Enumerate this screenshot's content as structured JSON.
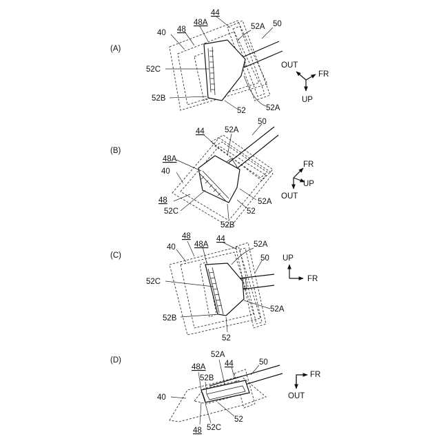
{
  "panels": [
    {
      "id": "A",
      "tag": "(A)",
      "labels": {
        "l40": "40",
        "l48": "48",
        "l48A": "48A",
        "l44": "44",
        "l52A_top": "52A",
        "l50": "50",
        "l52C": "52C",
        "l52B": "52B",
        "l52": "52",
        "l52A_bot": "52A"
      },
      "axes": {
        "a1": "OUT",
        "a2": "FR",
        "a3": "UP"
      }
    },
    {
      "id": "B",
      "tag": "(B)",
      "labels": {
        "l44": "44",
        "l52A_top": "52A",
        "l50": "50",
        "l48A": "48A",
        "l40": "40",
        "l48": "48",
        "l52C": "52C",
        "l52B": "52B",
        "l52": "52",
        "l52A_bot": "52A"
      },
      "axes": {
        "a1": "FR",
        "a2": "UP",
        "a3": "OUT"
      }
    },
    {
      "id": "C",
      "tag": "(C)",
      "labels": {
        "l48": "48",
        "l40": "40",
        "l48A": "48A",
        "l44": "44",
        "l52A_top": "52A",
        "l50": "50",
        "l52C": "52C",
        "l52B": "52B",
        "l52": "52",
        "l52A_bot": "52A"
      },
      "axes": {
        "a1": "UP",
        "a2": "FR"
      }
    },
    {
      "id": "D",
      "tag": "(D)",
      "labels": {
        "l52A": "52A",
        "l44": "44",
        "l50": "50",
        "l48A": "48A",
        "l52B": "52B",
        "l40": "40",
        "l48": "48",
        "l52C": "52C",
        "l52": "52"
      },
      "axes": {
        "a1": "FR",
        "a2": "OUT"
      }
    }
  ]
}
